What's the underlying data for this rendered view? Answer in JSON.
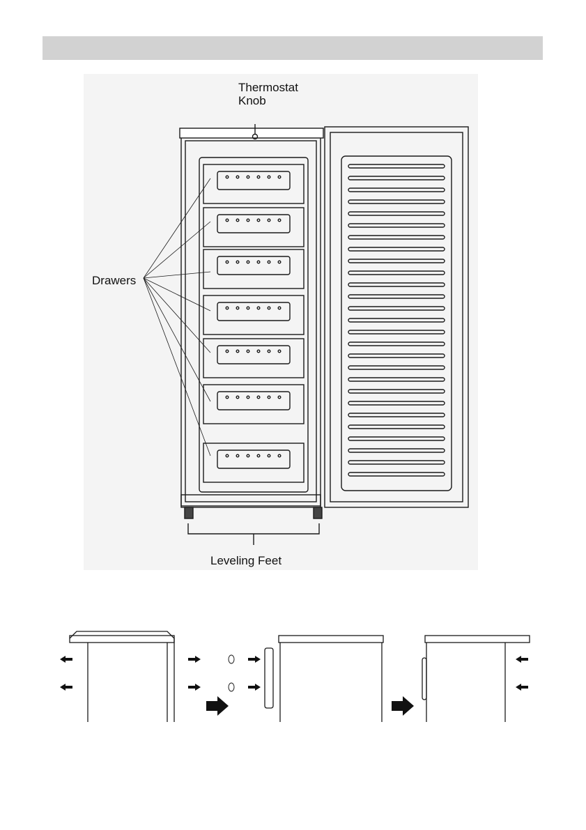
{
  "figure": {
    "labels": {
      "thermostat": [
        "Thermostat",
        "Knob"
      ],
      "drawers": "Drawers",
      "leveling_feet": "Leveling Feet"
    }
  },
  "colors": {
    "header_bar": "#d2d2d2",
    "figure_bg": "#f4f4f4",
    "line": "#1a1a1a"
  },
  "icons": [
    "thermostat-knob-icon",
    "arrow-right-icon",
    "arrow-left-icon"
  ]
}
